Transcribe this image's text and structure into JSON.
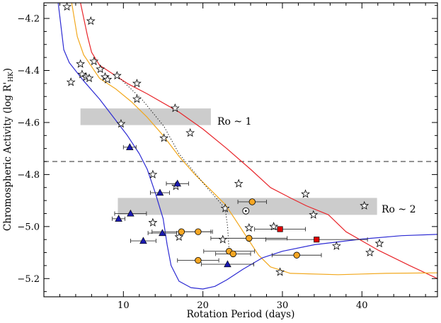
{
  "chart_data": {
    "type": "scatter",
    "title": "",
    "xlabel": "Rotation Period (days)",
    "ylabel_main": "Chromospheric Activity (log R'",
    "ylabel_sub": "HK",
    "ylabel_close": ")",
    "xlim": [
      0,
      49.5
    ],
    "ylim": [
      -5.27,
      -4.14
    ],
    "y_reversed": true,
    "x_ticks": [
      10,
      20,
      30,
      40
    ],
    "y_ticks": [
      -4.2,
      -4.4,
      -4.6,
      -4.8,
      -5.0,
      -5.2
    ],
    "y_tick_labels": [
      "−4.2",
      "−4.4",
      "−4.6",
      "−4.8",
      "−5.0",
      "−5.2"
    ],
    "grid": false,
    "colors": {
      "red_curve": "#e8252a",
      "orange_curve": "#f2a81d",
      "blue_curve": "#2d2bd3",
      "band": "#cccccc",
      "dashed": "#555555"
    },
    "threshold_line": {
      "y": -4.75,
      "style": "dashed"
    },
    "bands": [
      {
        "label": "Ro ~ 1",
        "x0": 4.6,
        "x1": 21.0,
        "y0": -4.546,
        "y1": -4.61
      },
      {
        "label": "Ro ~ 2",
        "x0": 9.3,
        "x1": 41.9,
        "y0": -4.89,
        "y1": -4.955
      }
    ],
    "series": [
      {
        "marker": "star",
        "points": [
          [
            2.9,
            -4.155
          ],
          [
            3.4,
            -4.445
          ],
          [
            5.9,
            -4.21
          ],
          [
            4.6,
            -4.375
          ],
          [
            4.8,
            -4.415
          ],
          [
            5.3,
            -4.425
          ],
          [
            5.7,
            -4.43
          ],
          [
            6.3,
            -4.365
          ],
          [
            7.1,
            -4.395
          ],
          [
            7.7,
            -4.425
          ],
          [
            8.0,
            -4.435
          ],
          [
            9.2,
            -4.42
          ],
          [
            11.7,
            -4.45
          ],
          [
            11.7,
            -4.51
          ],
          [
            9.7,
            -4.605
          ],
          [
            16.5,
            -4.545
          ],
          [
            15.1,
            -4.66
          ],
          [
            18.4,
            -4.64
          ],
          [
            13.7,
            -4.8
          ],
          [
            13.7,
            -4.985
          ],
          [
            16.6,
            -4.845
          ],
          [
            17.0,
            -5.04
          ],
          [
            22.5,
            -5.05
          ],
          [
            22.8,
            -4.93
          ],
          [
            24.5,
            -4.835
          ],
          [
            25.8,
            -5.005
          ],
          [
            28.9,
            -5.0
          ],
          [
            32.9,
            -4.875
          ],
          [
            33.9,
            -4.955
          ],
          [
            36.8,
            -5.075
          ],
          [
            40.3,
            -4.92
          ],
          [
            41.0,
            -5.1
          ],
          [
            42.2,
            -5.065
          ],
          [
            29.7,
            -5.175
          ]
        ]
      },
      {
        "marker": "circle-dot",
        "points": [
          [
            25.4,
            -4.94
          ]
        ]
      },
      {
        "marker": "triangle",
        "color": "#1a1ab0",
        "points": [
          {
            "x": 10.8,
            "y": -4.695,
            "xerr": 0.8
          },
          {
            "x": 16.8,
            "y": -4.835,
            "xerr": 1.4
          },
          {
            "x": 14.6,
            "y": -4.87,
            "xerr": 1.2
          },
          {
            "x": 10.9,
            "y": -4.95,
            "xerr": 2.0
          },
          {
            "x": 9.4,
            "y": -4.97,
            "xerr": 0.8
          },
          {
            "x": 14.9,
            "y": -5.025,
            "xerr": 1.8
          },
          {
            "x": 12.5,
            "y": -5.055,
            "xerr": 1.6
          },
          {
            "x": 23.1,
            "y": -5.145,
            "xerr": 3.3
          }
        ]
      },
      {
        "marker": "circle",
        "color": "#f5a623",
        "points": [
          {
            "x": 26.2,
            "y": -4.905,
            "xerr": 1.8
          },
          {
            "x": 17.3,
            "y": -5.02,
            "xerr": 3.7
          },
          {
            "x": 19.4,
            "y": -5.02,
            "xerr": 1.8
          },
          {
            "x": 25.8,
            "y": -5.045,
            "xerr": 4.8
          },
          {
            "x": 23.3,
            "y": -5.095,
            "xerr": 3.2
          },
          {
            "x": 23.8,
            "y": -5.105,
            "xerr": 2.2
          },
          {
            "x": 31.8,
            "y": -5.11,
            "xerr": 3.1
          },
          {
            "x": 19.4,
            "y": -5.13,
            "xerr": 2.6
          }
        ]
      },
      {
        "marker": "square",
        "color": "#e00000",
        "points": [
          {
            "x": 29.7,
            "y": -5.01,
            "xerr": 3.2
          },
          {
            "x": 34.3,
            "y": -5.05,
            "xerr": 6.4
          }
        ]
      }
    ],
    "curves": [
      {
        "color": "#e8252a",
        "points": [
          [
            4.6,
            -4.14
          ],
          [
            5.5,
            -4.27
          ],
          [
            6.0,
            -4.33
          ],
          [
            7.0,
            -4.38
          ],
          [
            9.0,
            -4.42
          ],
          [
            10.5,
            -4.45
          ],
          [
            13.0,
            -4.49
          ],
          [
            17.0,
            -4.56
          ],
          [
            20.0,
            -4.625
          ],
          [
            23.0,
            -4.7
          ],
          [
            26.0,
            -4.78
          ],
          [
            28.5,
            -4.85
          ],
          [
            31.0,
            -4.89
          ],
          [
            33.0,
            -4.92
          ],
          [
            35.8,
            -4.955
          ],
          [
            38.0,
            -5.02
          ],
          [
            42.0,
            -5.09
          ],
          [
            46.0,
            -5.15
          ],
          [
            49.5,
            -5.2
          ]
        ]
      },
      {
        "color": "#f2a81d",
        "points": [
          [
            3.5,
            -4.14
          ],
          [
            4.2,
            -4.27
          ],
          [
            5.0,
            -4.34
          ],
          [
            7.0,
            -4.43
          ],
          [
            9.0,
            -4.47
          ],
          [
            11.0,
            -4.52
          ],
          [
            13.0,
            -4.58
          ],
          [
            15.0,
            -4.65
          ],
          [
            17.0,
            -4.73
          ],
          [
            19.0,
            -4.8
          ],
          [
            21.0,
            -4.86
          ],
          [
            22.8,
            -4.915
          ],
          [
            24.0,
            -4.97
          ],
          [
            25.5,
            -5.04
          ],
          [
            27.0,
            -5.11
          ],
          [
            28.5,
            -5.155
          ],
          [
            31.0,
            -5.18
          ],
          [
            37.0,
            -5.185
          ],
          [
            43.0,
            -5.18
          ],
          [
            49.5,
            -5.178
          ]
        ]
      },
      {
        "color": "#2d2bd3",
        "points": [
          [
            1.8,
            -4.14
          ],
          [
            2.5,
            -4.32
          ],
          [
            3.2,
            -4.37
          ],
          [
            5.0,
            -4.44
          ],
          [
            7.0,
            -4.51
          ],
          [
            9.0,
            -4.59
          ],
          [
            10.5,
            -4.65
          ],
          [
            12.0,
            -4.72
          ],
          [
            13.0,
            -4.78
          ],
          [
            14.0,
            -4.87
          ],
          [
            14.6,
            -4.93
          ],
          [
            15.0,
            -4.97
          ],
          [
            15.5,
            -5.07
          ],
          [
            16.0,
            -5.15
          ],
          [
            17.0,
            -5.21
          ],
          [
            18.5,
            -5.235
          ],
          [
            20.0,
            -5.24
          ],
          [
            21.5,
            -5.23
          ],
          [
            23.0,
            -5.205
          ],
          [
            25.0,
            -5.165
          ],
          [
            27.5,
            -5.12
          ],
          [
            30.0,
            -5.095
          ],
          [
            34.0,
            -5.07
          ],
          [
            40.0,
            -5.048
          ],
          [
            45.0,
            -5.035
          ],
          [
            49.5,
            -5.03
          ]
        ]
      }
    ],
    "dotted_links": [
      [
        [
          9.2,
          -4.42
        ],
        [
          12.3,
          -4.51
        ],
        [
          15.1,
          -4.615
        ],
        [
          17.0,
          -4.72
        ],
        [
          20.5,
          -4.85
        ],
        [
          22.8,
          -4.93
        ],
        [
          23.1,
          -5.0
        ],
        [
          23.3,
          -5.095
        ]
      ]
    ]
  }
}
